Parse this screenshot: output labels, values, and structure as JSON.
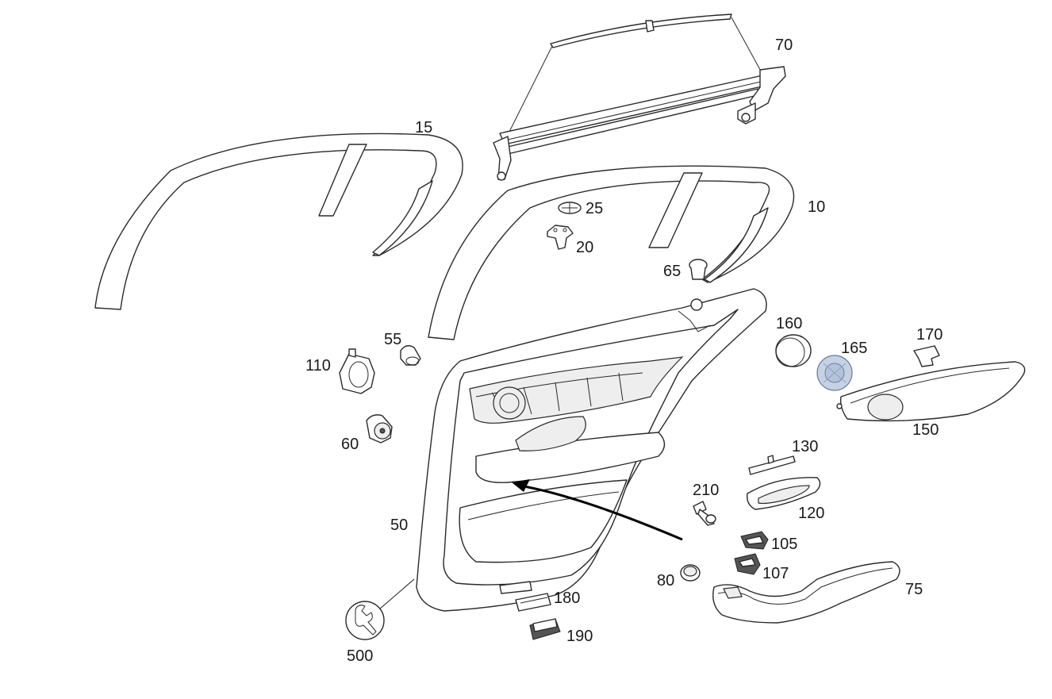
{
  "labels": {
    "l70": "70",
    "l15": "15",
    "l25": "25",
    "l20": "20",
    "l10": "10",
    "l65": "65",
    "l55": "55",
    "l110": "110",
    "l160": "160",
    "l165": "165",
    "l170": "170",
    "l150": "150",
    "l60": "60",
    "l130": "130",
    "l210": "210",
    "l120": "120",
    "l50": "50",
    "l105": "105",
    "l107": "107",
    "l80": "80",
    "l75": "75",
    "l180": "180",
    "l190": "190",
    "l500": "500"
  },
  "colors": {
    "outline": "#2a2a2a",
    "highlight_part": "#c6d2e4"
  },
  "icons": {
    "service_symbol": "wrench-icon"
  }
}
